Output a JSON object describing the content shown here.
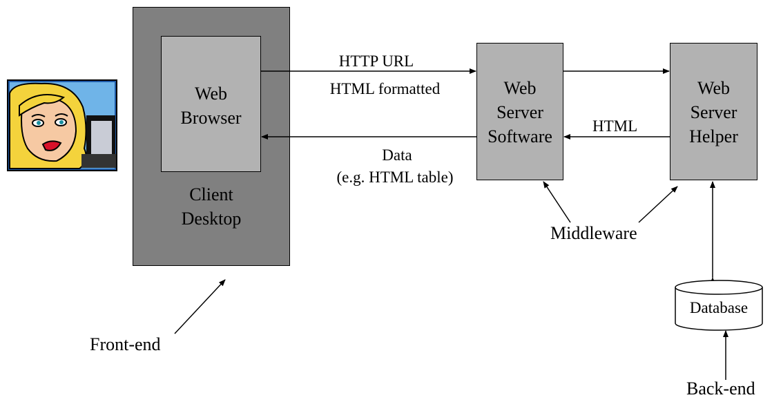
{
  "boxes": {
    "client": "Client\nDesktop",
    "browser": "Web\nBrowser",
    "server": "Web\nServer\nSoftware",
    "helper": "Web\nServer\nHelper",
    "database": "Database"
  },
  "labels": {
    "http_url": "HTTP URL",
    "html_formatted": "HTML formatted",
    "data_line1": "Data",
    "data_line2": "(e.g. HTML table)",
    "html": "HTML",
    "middleware": "Middleware",
    "front_end": "Front-end",
    "back_end": "Back-end"
  },
  "icons": {
    "user": "woman-at-computer-icon"
  },
  "colors": {
    "client_fill": "#808080",
    "box_fill": "#b2b2b2"
  }
}
